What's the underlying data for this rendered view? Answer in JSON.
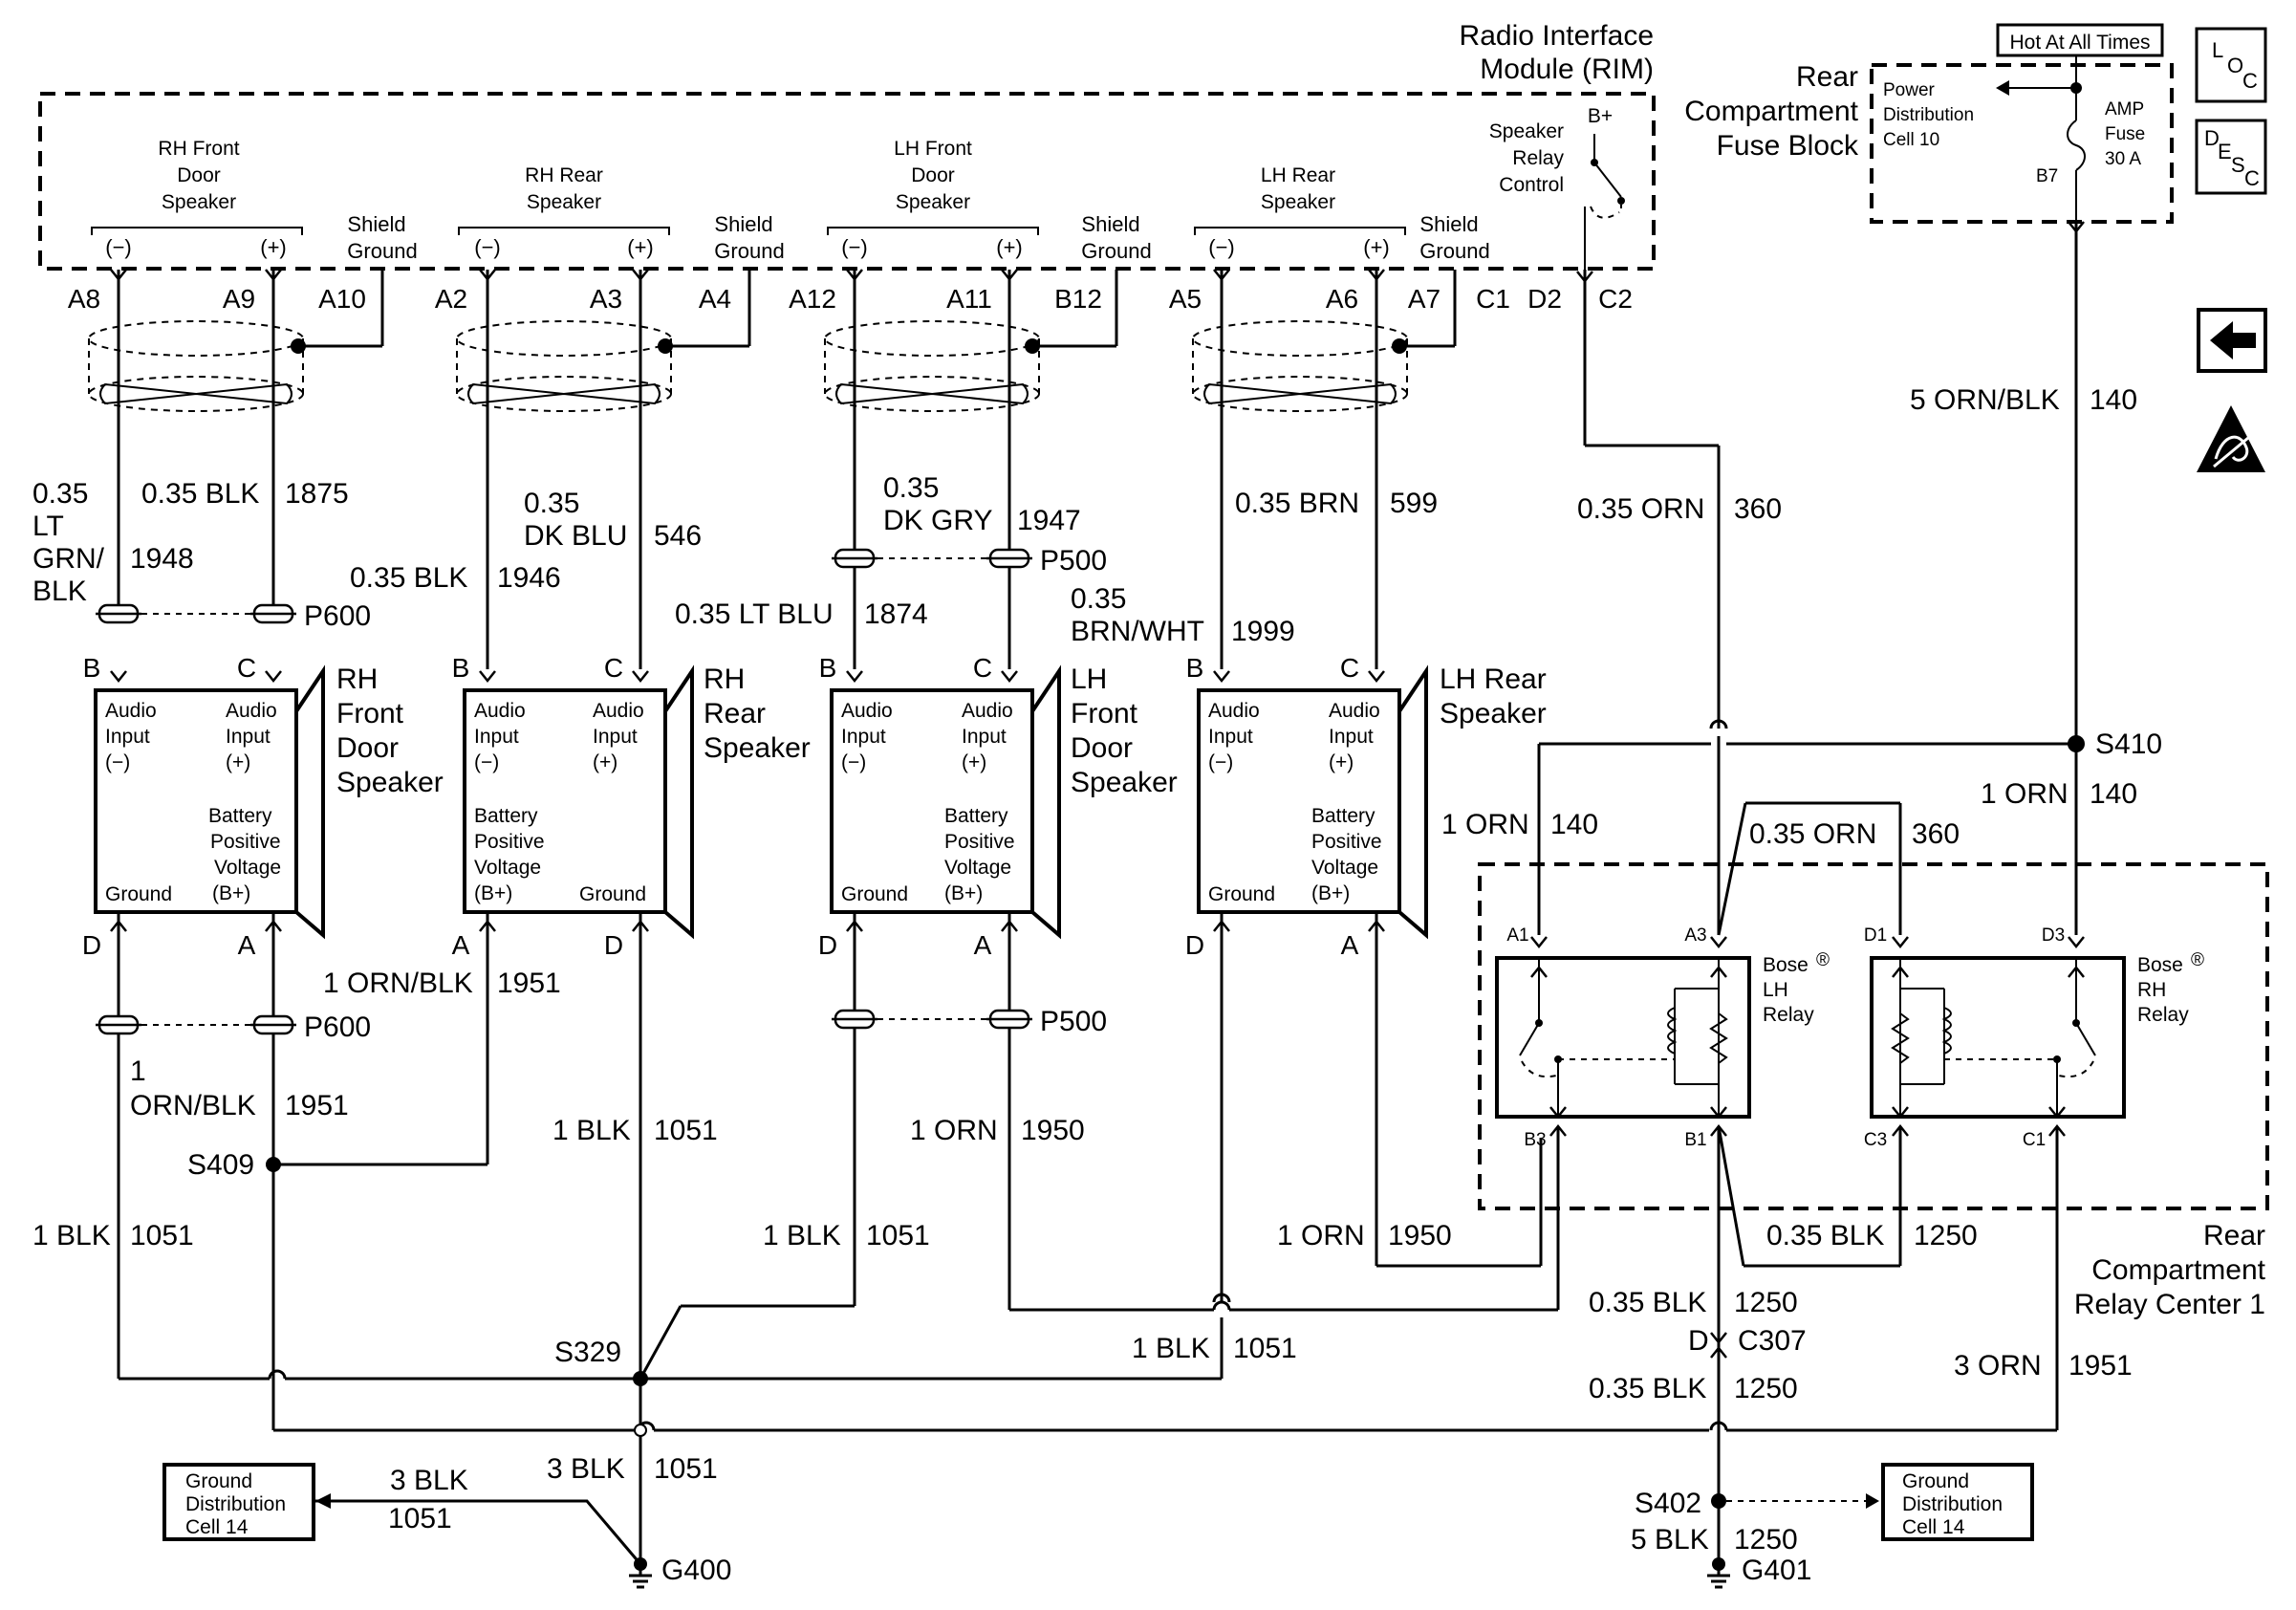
{
  "rim": {
    "title_1": "Radio Interface",
    "title_2": "Module (RIM)"
  },
  "rear_fuse_block": {
    "title_1": "Rear",
    "title_2": "Compartment",
    "title_3": "Fuse Block"
  },
  "hot_at_all_times": "Hot At All Times",
  "pdc": {
    "line_1": "Power",
    "line_2": "Distribution",
    "line_3": "Cell 10"
  },
  "amp_fuse": {
    "line_1": "AMP",
    "line_2": "Fuse",
    "line_3": "30 A",
    "terminal": "B7"
  },
  "loc_badge": {
    "l": "L",
    "o": "O",
    "c": "C"
  },
  "desc_badge": {
    "d": "D",
    "e": "E",
    "s": "S",
    "c": "C"
  },
  "internal_labels": {
    "rh_front_1": "RH Front",
    "rh_front_2": "Door",
    "rh_front_3": "Speaker",
    "rh_rear_1": "RH Rear",
    "rh_rear_2": "Speaker",
    "lh_front_1": "LH Front",
    "lh_front_2": "Door",
    "lh_front_3": "Speaker",
    "lh_rear_1": "LH Rear",
    "lh_rear_2": "Speaker",
    "shield_1": "Shield",
    "shield_2": "Ground",
    "minus": "(−)",
    "plus": "(+)",
    "relay_ctrl_1": "Speaker",
    "relay_ctrl_2": "Relay",
    "relay_ctrl_3": "Control",
    "bplus": "B+"
  },
  "rim_pins": [
    "A8",
    "A9",
    "A10",
    "A2",
    "A3",
    "A4",
    "A12",
    "A11",
    "B12",
    "A5",
    "A6",
    "A7",
    "C1",
    "D2",
    "C2"
  ],
  "wires": {
    "w_035": "0.35",
    "w_lt": "LT",
    "w_grn": "GRN/",
    "w_blk": "BLK",
    "c1948": "1948",
    "w035blk": "0.35 BLK",
    "c1875": "1875",
    "w035blk_b": "0.35 BLK",
    "c1946": "1946",
    "w035_b": "0.35",
    "w_dkblu": "DK BLU",
    "c546": "546",
    "w035ltblu": "0.35 LT BLU",
    "c1874": "1874",
    "w035_c": "0.35",
    "w_dkgry": "DK GRY",
    "c1947": "1947",
    "w035_d": "0.35",
    "w_brnwht": "BRN/WHT",
    "c1999": "1999",
    "w035brn": "0.35 BRN",
    "c599": "599",
    "w035orn": "0.35 ORN",
    "c360": "360",
    "w5ornblk": "5 ORN/BLK",
    "c140": "140",
    "w1orn_a": "1 ORN",
    "c140_a": "140",
    "w1orn_b": "1 ORN",
    "c140_b": "140",
    "w035orn_b": "0.35 ORN",
    "c360_b": "360",
    "w1ornblk": "1 ORN/BLK",
    "c1951": "1951",
    "w1": "1",
    "w_ornblk": "ORN/BLK",
    "c1951_b": "1951",
    "w1blk_a": "1 BLK",
    "c1051_a": "1051",
    "w1orn_c": "1 ORN",
    "c1950_a": "1950",
    "w1blk_b": "1 BLK",
    "c1051_b": "1051",
    "w1blk_c": "1 BLK",
    "c1051_c": "1051",
    "w1orn_d": "1 ORN",
    "c1950_b": "1950",
    "w035blk_c": "0.35 BLK",
    "c1250_a": "1250",
    "w035blk_d": "0.35 BLK",
    "c1250_b": "1250",
    "w035blk_e": "0.35 BLK",
    "c1250_c": "1250",
    "w1blk_d": "1 BLK",
    "c1051_d": "1051",
    "w3orn": "3 ORN",
    "c1951_c": "1951",
    "w3blk_a": "3 BLK",
    "c1051_e": "1051",
    "w3blk_b": "3 BLK",
    "c1051_f": "1051",
    "w5blk": "5 BLK",
    "c1250_d": "1250"
  },
  "connectors": {
    "p600": "P600",
    "p500": "P500",
    "c307": "C307",
    "d": "D"
  },
  "splices": {
    "s409": "S409",
    "s329": "S329",
    "s410": "S410",
    "s402": "S402"
  },
  "grounds": {
    "g400": "G400",
    "g401": "G401"
  },
  "speakers": [
    {
      "name_lines": [
        "RH",
        "Front",
        "Door",
        "Speaker"
      ],
      "top_pins": [
        "B",
        "C"
      ],
      "bottom_pins": [
        "D",
        "A"
      ],
      "in_l": [
        "Audio",
        "Input",
        "(−)"
      ],
      "in_r": [
        "Audio",
        "Input",
        "(+)"
      ],
      "bat": [
        "Battery",
        "Positive",
        "Voltage",
        "(B+)"
      ],
      "gnd": "Ground"
    },
    {
      "name_lines": [
        "RH",
        "Rear",
        "Speaker"
      ],
      "top_pins": [
        "B",
        "C"
      ],
      "bottom_pins": [
        "A",
        "D"
      ],
      "in_l": [
        "Audio",
        "Input",
        "(−)"
      ],
      "in_r": [
        "Audio",
        "Input",
        "(+)"
      ],
      "bat": [
        "Battery",
        "Positive",
        "Voltage",
        "(B+)"
      ],
      "gnd": "Ground"
    },
    {
      "name_lines": [
        "LH",
        "Front",
        "Door",
        "Speaker"
      ],
      "top_pins": [
        "B",
        "C"
      ],
      "bottom_pins": [
        "D",
        "A"
      ],
      "in_l": [
        "Audio",
        "Input",
        "(−)"
      ],
      "in_r": [
        "Audio",
        "Input",
        "(+)"
      ],
      "bat": [
        "Battery",
        "Positive",
        "Voltage",
        "(B+)"
      ],
      "gnd": "Ground"
    },
    {
      "name_lines": [
        "LH Rear",
        "Speaker"
      ],
      "top_pins": [
        "B",
        "C"
      ],
      "bottom_pins": [
        "D",
        "A"
      ],
      "in_l": [
        "Audio",
        "Input",
        "(−)"
      ],
      "in_r": [
        "Audio",
        "Input",
        "(+)"
      ],
      "bat": [
        "Battery",
        "Positive",
        "Voltage",
        "(B+)"
      ],
      "gnd": "Ground"
    }
  ],
  "relays": {
    "lh": {
      "l1": "Bose",
      "l2": "LH",
      "l3": "Relay",
      "pins": [
        "A1",
        "A3",
        "B3",
        "B1"
      ]
    },
    "rh": {
      "l1": "Bose",
      "l2": "RH",
      "l3": "Relay",
      "pins": [
        "D1",
        "D3",
        "C3",
        "C1"
      ]
    },
    "reg": "®"
  },
  "relay_center": {
    "l1": "Rear",
    "l2": "Compartment",
    "l3": "Relay Center 1"
  },
  "gdc_left": {
    "l1": "Ground",
    "l2": "Distribution",
    "l3": "Cell 14"
  },
  "gdc_right": {
    "l1": "Ground",
    "l2": "Distribution",
    "l3": "Cell 14"
  }
}
